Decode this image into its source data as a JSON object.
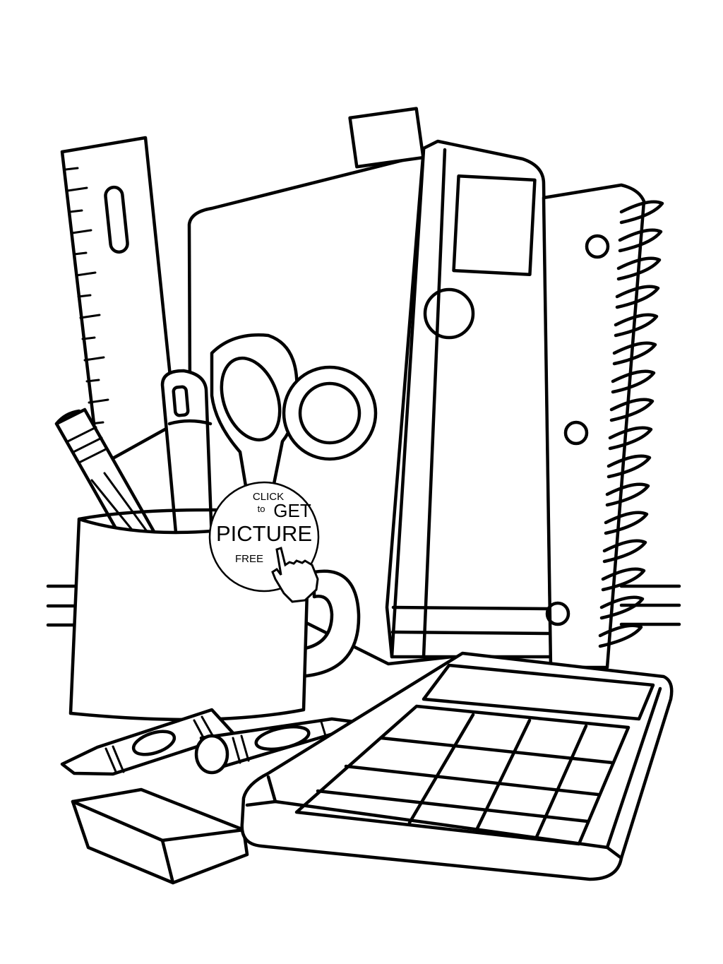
{
  "cta": {
    "line1": "CLICK",
    "line2a": "to",
    "line2b": "GET",
    "line3": "PICTURE",
    "line4": "FREE"
  },
  "colors": {
    "ink": "#000000",
    "paper": "#ffffff"
  },
  "icons": [
    "pointing-hand-cursor-icon"
  ]
}
